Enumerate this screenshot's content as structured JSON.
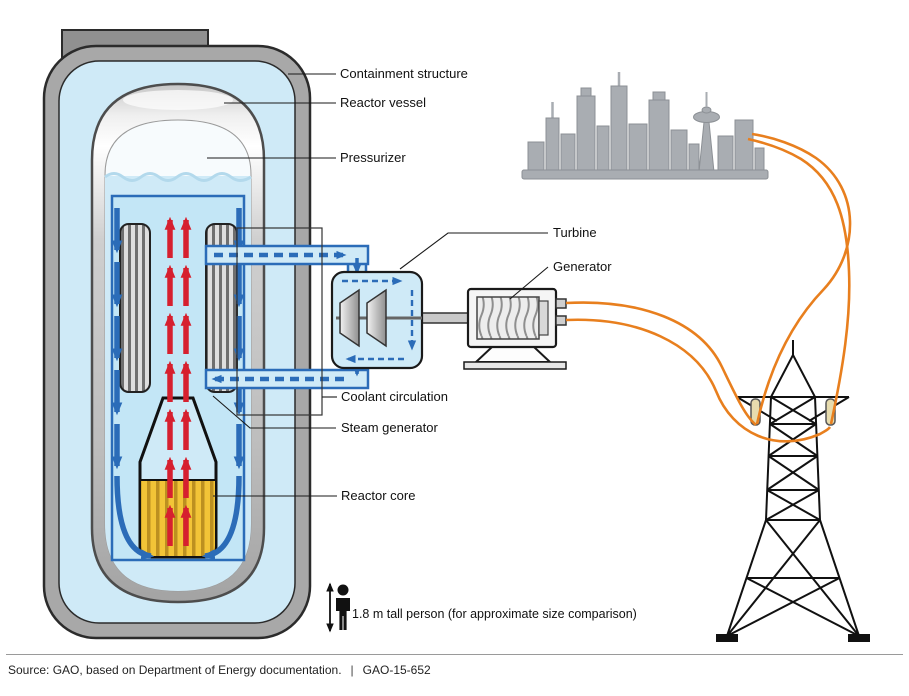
{
  "diagram": {
    "labels": {
      "containment_structure": "Containment structure",
      "reactor_vessel": "Reactor vessel",
      "pressurizer": "Pressurizer",
      "turbine": "Turbine",
      "generator": "Generator",
      "coolant_circulation": "Coolant circulation",
      "steam_generator": "Steam generator",
      "reactor_core": "Reactor core"
    },
    "person_caption": "1.8 m tall person (for approximate size comparison)"
  },
  "footer": {
    "source_text": "Source: GAO, based on Department of Energy documentation.",
    "separator": "|",
    "report_id": "GAO-15-652"
  },
  "colors": {
    "coolant_blue": "#2b6cb8",
    "hot_leg_red": "#d6202f",
    "power_line_orange": "#e87f1e",
    "core_yellow": "#f2c437",
    "water_light_blue": "#cfeaf7",
    "structure_gray": "#a8a8a8",
    "city_gray": "#a9adb2",
    "insulator_tan": "#e7dcae"
  }
}
